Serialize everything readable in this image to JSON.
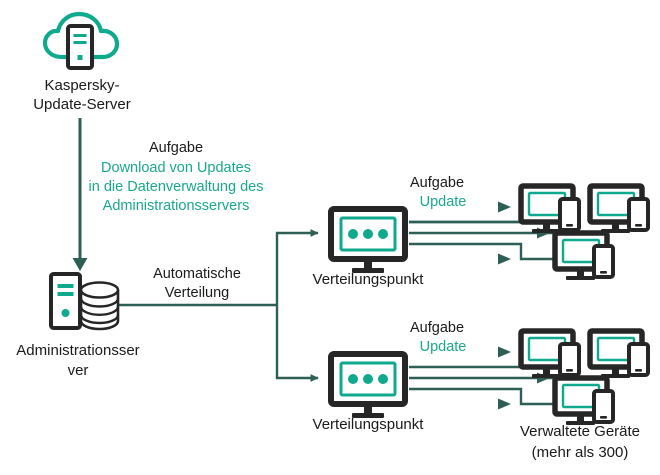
{
  "diagram": {
    "title_nodes": {
      "update_server": {
        "line1": "Kaspersky-",
        "line2": "Update-Server"
      },
      "admin_server": {
        "line1": "Administrationsser",
        "line2": "ver"
      },
      "distribution_point_top": "Verteilungspunkt",
      "distribution_point_bottom": "Verteilungspunkt",
      "managed_devices": {
        "line1": "Verwaltete Geräte",
        "line2": "(mehr als 300)"
      }
    },
    "edge_labels": {
      "download_task": {
        "heading": "Aufgabe",
        "line1": "Download von Updates",
        "line2": "in die Datenverwaltung des",
        "line3": "Administrationsservers"
      },
      "auto_distribution": {
        "line1": "Automatische",
        "line2": "Verteilung"
      },
      "update_task_top": {
        "heading": "Aufgabe",
        "body": "Update"
      },
      "update_task_bottom": {
        "heading": "Aufgabe",
        "body": "Update"
      }
    },
    "colors": {
      "accent_teal": "#0fa98e",
      "connector_teal": "#2d5f57",
      "dark": "#262626",
      "text_dark": "#1a1a1a",
      "text_teal": "#1aa88d",
      "background": "#ffffff"
    },
    "icons": {
      "update_server": "cloud-server-icon",
      "admin_server": "server-database-icon",
      "distribution_point": "monitor-dots-icon",
      "managed_device": "monitor-phone-icon"
    }
  }
}
